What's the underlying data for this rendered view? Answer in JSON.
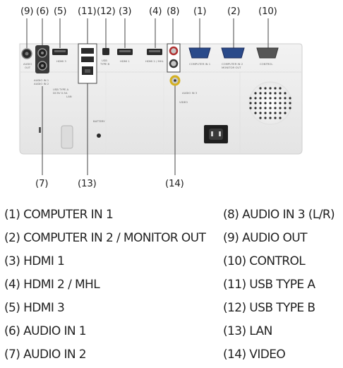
{
  "diagram": {
    "callouts": {
      "c9": "(9)",
      "c6": "(6)",
      "c5": "(5)",
      "c11": "(11)",
      "c12": "(12)",
      "c3": "(3)",
      "c4": "(4)",
      "c8": "(8)",
      "c1": "(1)",
      "c2": "(2)",
      "c10": "(10)",
      "c7": "(7)",
      "c13": "(13)",
      "c14": "(14)"
    },
    "panel_labels": {
      "audio_out": [
        "AUDIO",
        "OUT"
      ],
      "audio_in": [
        "AUDIO IN 1",
        "AUDIO IN 2"
      ],
      "usb_a": [
        "USB TYPE A",
        "DC5V 0.5A"
      ],
      "lan": "LAN",
      "usb_b": [
        "USB",
        "TYPE B"
      ],
      "hdmi1": "HDMI 1",
      "hdmi2": "HDMI 2 / MHL",
      "hdmi3": "HDMI 3",
      "computer_in1": "COMPUTER IN 1",
      "computer_in2": [
        "COMPUTER IN 2",
        "MONITOR OUT"
      ],
      "control": "CONTROL",
      "audio_in3": "AUDIO IN 3",
      "video": "VIDEO",
      "battery": "BATTERY"
    }
  },
  "legend": {
    "left": [
      "(1) COMPUTER IN 1",
      "(2) COMPUTER IN 2 / MONITOR OUT",
      "(3) HDMI 1",
      "(4) HDMI 2 / MHL",
      "(5) HDMI 3",
      "(6) AUDIO IN 1",
      "(7) AUDIO IN 2"
    ],
    "right": [
      "(8) AUDIO IN 3 (L/R)",
      "(9) AUDIO OUT",
      "(10) CONTROL",
      "(11) USB TYPE A",
      "(12) USB TYPE B",
      "(13) LAN",
      "(14) VIDEO"
    ]
  }
}
